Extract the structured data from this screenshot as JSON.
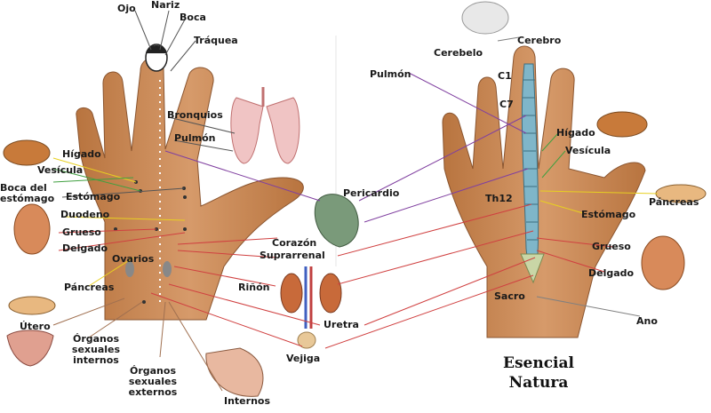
{
  "brand": {
    "line1": "Esencial",
    "line2": "Natura"
  },
  "left_hand_labels": {
    "ojo": "Ojo",
    "nariz": "Nariz",
    "boca": "Boca",
    "traquea": "Tráquea",
    "bronquios": "Bronquios",
    "pulmon": "Pulmón",
    "higado": "Hígado",
    "vesicula": "Vesícula",
    "boca_estomago_1": "Boca del",
    "boca_estomago_2": "estómago",
    "estomago": "Estómago",
    "duodeno": "Duodeno",
    "grueso": "Grueso",
    "delgado": "Delgado",
    "ovarios": "Ovarios",
    "pancreas": "Páncreas",
    "utero": "Útero",
    "org_int_1": "Órganos",
    "org_int_2": "sexuales",
    "org_int_3": "internos",
    "org_ext_1": "Órganos",
    "org_ext_2": "sexuales",
    "org_ext_3": "externos",
    "internos": "Internos"
  },
  "center_labels": {
    "pericardio": "Pericardio",
    "corazon": "Corazón",
    "suprarrenal": "Suprarrenal",
    "rinon": "Riñón",
    "uretra": "Uretra",
    "vejiga": "Vejiga"
  },
  "right_hand_labels": {
    "pulmon": "Pulmón",
    "cerebro": "Cerebro",
    "cerebelo": "Cerebelo",
    "c1": "C1",
    "c7": "C7",
    "higado": "Hígado",
    "vesicula": "Vesícula",
    "th12": "Th12",
    "pancreas": "Páncreas",
    "estomago": "Estómago",
    "grueso": "Grueso",
    "delgado": "Delgado",
    "sacro": "Sacro",
    "ano": "Ano"
  },
  "colors": {
    "skin": "#c98a5a",
    "skin_shadow": "#a8683c",
    "spine": "#7fb6c9",
    "line_red": "#d04040",
    "line_purple": "#8040a0",
    "line_yellow": "#e8d020",
    "line_green": "#40a040",
    "line_brown": "#a07050",
    "line_gray": "#808080"
  }
}
